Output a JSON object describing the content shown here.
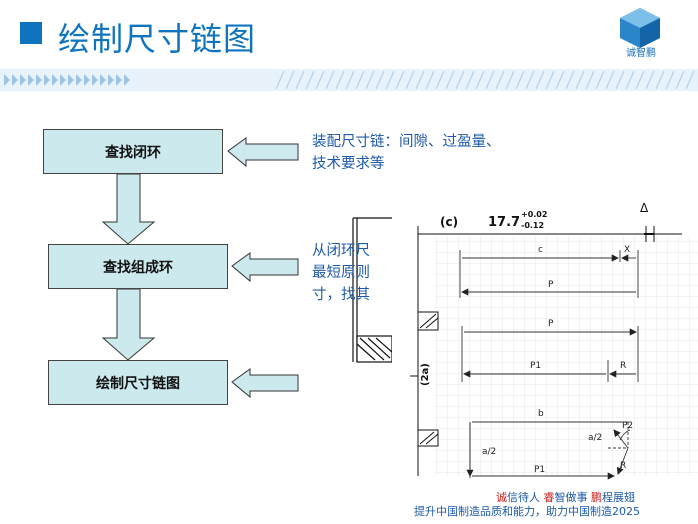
{
  "header": {
    "title": "绘制尺寸链图",
    "logo_text": "诚智鹏"
  },
  "flow": {
    "steps": [
      "查找闭环",
      "查找组成环",
      "绘制尺寸链图"
    ]
  },
  "notes": {
    "note1": [
      "装配尺寸链：间隙、过盈量、",
      "技术要求等"
    ],
    "note2": [
      "从闭环尺",
      "最短原则",
      "寸，找其"
    ]
  },
  "drawing": {
    "label_c": "(c)",
    "dimension": "17.7",
    "tol_upper": "+0.02",
    "tol_lower": "-0.12",
    "delta": "Δ",
    "label_2a": "(2a)",
    "c": "c",
    "X": "X",
    "P": "P",
    "P1": "P1",
    "R": "R",
    "b": "b",
    "a_half": "a/2",
    "P2": "P2"
  },
  "footer": {
    "slogan1_parts": [
      "诚",
      "信待人 ",
      "睿",
      "智做事 ",
      "鹏",
      "程展翅"
    ],
    "slogan2": "提升中国制造品质和能力，助力中国制造2025"
  },
  "colors": {
    "brand_blue": "#0f74bd",
    "box_fill": "#cce9ee",
    "note_blue": "#1e5aa8",
    "slogan_red": "#d0211c"
  }
}
